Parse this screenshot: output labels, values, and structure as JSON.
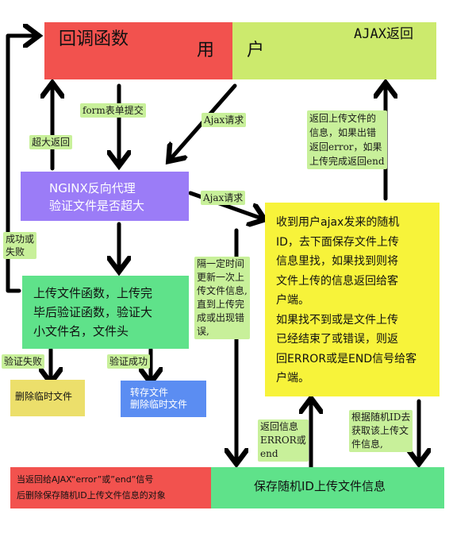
{
  "colors": {
    "red": "#f2524e",
    "lime": "#ccea6d",
    "purple": "#9b7cf7",
    "green": "#5fe28a",
    "yellow": "#f7f33a",
    "khaki": "#ecdf6b",
    "blue": "#5b8df2",
    "label_green": "#c8f09a",
    "label_yellow": "#f3f06a"
  },
  "top_bar": {
    "callback": "回调函数",
    "user_left": "用",
    "user_right": "户",
    "ajax_return": "AJAX返回"
  },
  "nginx_box": "NGINX反向代理\n验证文件是否超大",
  "upload_box": "上传文件函数，上传完\n毕后验证函数，验证大\n小文件名，文件头",
  "yellow_box": "收到用户ajax发来的随机\nID，去下面保存文件上传\n信息里找，如果找到则将\n文件上传的信息返回给客\n户端。\n如果找不到或是文件上传\n已经结束了或错误，则返\n回ERROR或是END信号给客\n户端。",
  "delete_temp_box": "删除临时文件",
  "transfer_box": "转存文件\n删除临时文件",
  "bottom_red_box": "当返回给AJAX“error”或”end”信号\n后删除保存随机ID上传文件信息的对象",
  "bottom_green_box": "保存随机ID上传文件信息",
  "labels": {
    "form_submit": "form表单提交",
    "ajax_request_1": "Ajax请求",
    "oversize_return": "超大返回",
    "ajax_request_2": "Ajax请求",
    "success_or_fail": "成功或\n失败",
    "periodic_update": "隔一定时间\n更新一次上\n传文件信息,\n直到上传完\n成或出现错\n误,",
    "return_upload_info": "返回上传文件的\n信息，如果出错\n返回error，如果\n上传完成返回end",
    "verify_fail": "验证失败",
    "verify_success": "验证成功",
    "return_info_error_end": "返回信息\nERROR或\nend",
    "fetch_by_random_id": "根据随机ID去\n获取该上传文\n件信息,"
  }
}
